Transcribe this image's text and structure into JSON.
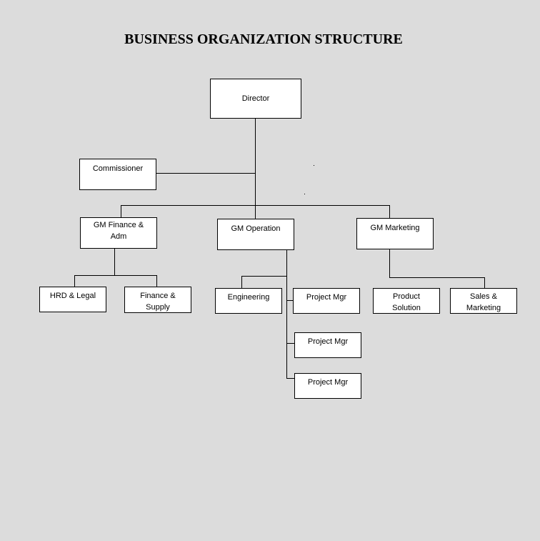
{
  "title": "BUSINESS ORGANIZATION STRUCTURE",
  "nodes": {
    "director": "Director",
    "commissioner": "Commissioner",
    "gm_finance": "GM Finance &\nAdm",
    "gm_operation": "GM Operation",
    "gm_marketing": "GM Marketing",
    "hrd_legal": "HRD & Legal",
    "finance_supply": "Finance &\nSupply",
    "engineering": "Engineering",
    "project_mgr_1": "Project Mgr",
    "project_mgr_2": "Project Mgr",
    "project_mgr_3": "Project Mgr",
    "product_solution": "Product\nSolution",
    "sales_marketing": "Sales &\nMarketing"
  },
  "colors": {
    "background": "#dcdcdc",
    "box_fill": "#ffffff",
    "line": "#000000"
  }
}
